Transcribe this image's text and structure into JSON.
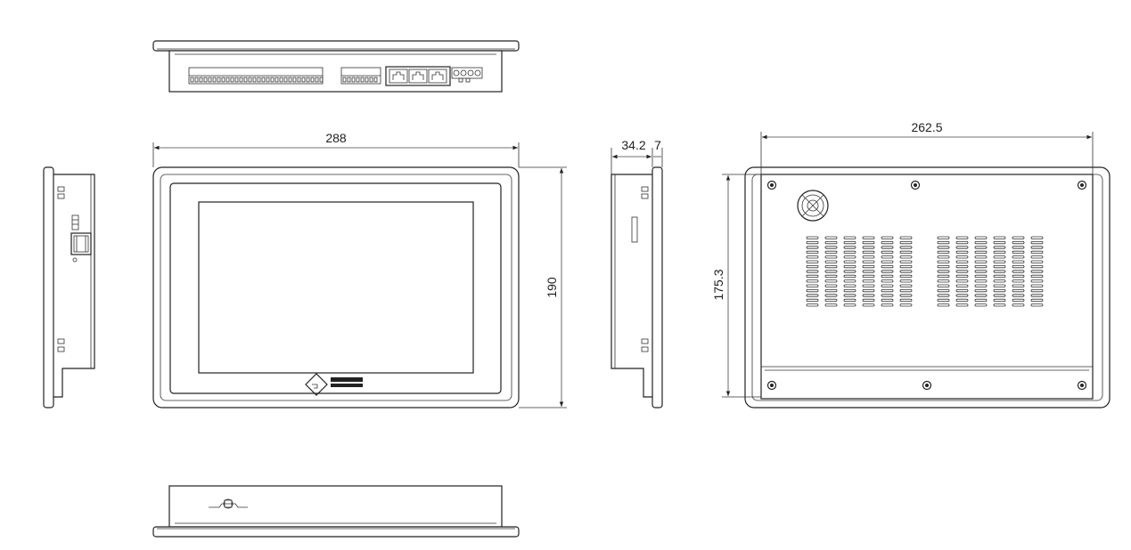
{
  "dimensions": {
    "front_width": "288",
    "front_height": "190",
    "side_depth": "34.2",
    "side_bezel": "7",
    "back_width": "262.5",
    "back_height": "175.3"
  },
  "colors": {
    "line": "#222222",
    "background": "#ffffff"
  }
}
